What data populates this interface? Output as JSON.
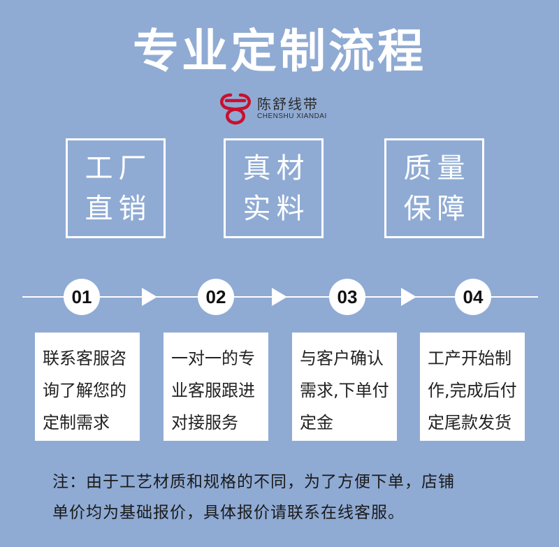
{
  "title": "专业定制流程",
  "brand": {
    "name_cn": "陈舒线带",
    "name_en": "CHENSHU XIANDAI",
    "logo_color": "#C8102E"
  },
  "features": [
    {
      "line1": "工厂",
      "line2": "直销"
    },
    {
      "line1": "真材",
      "line2": "实料"
    },
    {
      "line1": "质量",
      "line2": "保障"
    }
  ],
  "steps": [
    {
      "number": "01",
      "lines": [
        "联系客服咨",
        "询了解您的",
        "定制需求"
      ]
    },
    {
      "number": "02",
      "lines": [
        "一对一的专",
        "业客服跟进",
        "对接服务"
      ]
    },
    {
      "number": "03",
      "lines": [
        "与客户确认",
        "需求,下单付",
        "定金"
      ]
    },
    {
      "number": "04",
      "lines": [
        "工产开始制",
        "作,完成后付",
        "定尾款发货"
      ]
    }
  ],
  "note": {
    "line1": "注：由于工艺材质和规格的不同，为了方便下单，店铺",
    "line2": "单价均为基础报价，具体报价请联系在线客服。"
  },
  "colors": {
    "background": "#8FABD4",
    "foreground": "#FFFFFF",
    "text_dark": "#222222"
  }
}
